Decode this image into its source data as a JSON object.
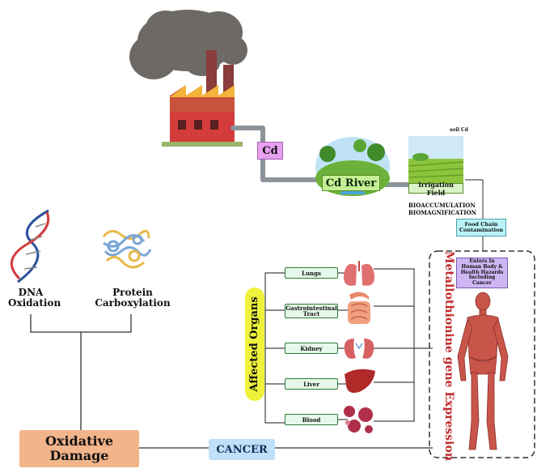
{
  "labels": {
    "cd": "Cd",
    "cd_river": "Cd River",
    "soil_cd": "soil Cd",
    "irrigation_field": "Irrigation Field",
    "bioaccumulation": "BIOACCUMULATION",
    "biomagnification": "BIOMAGNIFICATION",
    "food_chain": "Food Chain Contamination",
    "enters_body": "Enters In Human Body & Health Hazards Including Cancer",
    "metallothionine": "Metallothionine gene Expression",
    "affected_organs": "Affected Organs",
    "dna_oxidation": "DNA Oxidation",
    "protein_carboxylation": "Protein Carboxylation",
    "oxidative_damage": "Oxidative Damage",
    "cancer": "CANCER"
  },
  "organs": [
    "Lungs",
    "Gastrointestinal Tract",
    "Kidney",
    "Liver",
    "Blood"
  ],
  "icons": [
    "factory-icon",
    "smoke-icon",
    "river-icon",
    "field-icon",
    "dna-icon",
    "protein-icon",
    "lungs-icon",
    "intestine-icon",
    "kidney-icon",
    "liver-icon",
    "blood-cells-icon",
    "human-body-icon"
  ],
  "colors": {
    "cd_box": "#e8a0f0",
    "cancer_box": "#bfe0f8",
    "oxidative_box": "#f2b48a",
    "food_chain_box": "#b9f3f8",
    "enters_box": "#cdb6f2",
    "affected_organs_box": "#eef23a",
    "metallothionine_text": "#c0292b",
    "irrigation_box": "#d9f2c6",
    "river_box": "#c6ef95"
  }
}
